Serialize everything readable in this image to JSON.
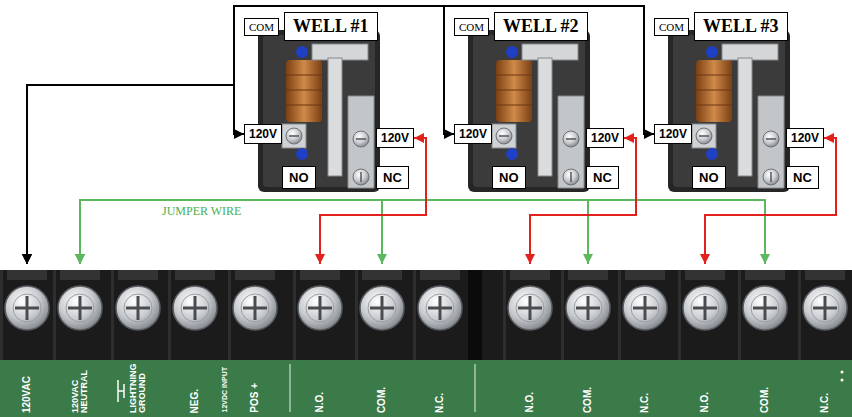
{
  "diagram": {
    "nodes": [
      {
        "text": [
          "WELL #1"
        ]
      },
      {
        "text": [
          "COM"
        ]
      },
      {
        "text": [
          "120V"
        ]
      },
      {
        "text": [
          "120V"
        ]
      },
      {
        "text": [
          "NO"
        ]
      },
      {
        "text": [
          "NC"
        ]
      },
      {
        "text": [
          "WELL #2"
        ]
      },
      {
        "text": [
          "COM"
        ]
      },
      {
        "text": [
          "120V"
        ]
      },
      {
        "text": [
          "120V"
        ]
      },
      {
        "text": [
          "NO"
        ]
      },
      {
        "text": [
          "NC"
        ]
      },
      {
        "text": [
          "WELL #3"
        ]
      },
      {
        "text": [
          "COM"
        ]
      },
      {
        "text": [
          "120V"
        ]
      },
      {
        "text": [
          "120V"
        ]
      },
      {
        "text": [
          "NO"
        ]
      },
      {
        "text": [
          "NC"
        ]
      },
      {
        "text": [
          "120VAC"
        ]
      },
      {
        "text": [
          "120VAC NEUTRAL"
        ]
      },
      {
        "text": [
          "LIGHTNING GROUND"
        ]
      },
      {
        "text": [
          "NEG."
        ]
      },
      {
        "text": [
          "POS +"
        ]
      },
      {
        "text": [
          "N.O."
        ]
      },
      {
        "text": [
          "COM."
        ]
      },
      {
        "text": [
          "N.C."
        ]
      },
      {
        "text": [
          "N.O."
        ]
      },
      {
        "text": [
          "COM."
        ]
      },
      {
        "text": [
          "N.C."
        ]
      },
      {
        "text": [
          "N.O."
        ]
      },
      {
        "text": [
          "COM."
        ]
      },
      {
        "text": [
          "N.C."
        ]
      }
    ],
    "edges": [
      {
        "from": 18,
        "to": 2,
        "arrow": "both"
      },
      {
        "from": 18,
        "to": 8,
        "arrow": "both"
      },
      {
        "from": 18,
        "to": 14,
        "arrow": "both"
      },
      {
        "from": 19,
        "to": 24,
        "arrow": "both",
        "label": "JUMPER WIRE"
      },
      {
        "from": 19,
        "to": 27,
        "arrow": "both"
      },
      {
        "from": 19,
        "to": 30,
        "arrow": "both"
      },
      {
        "from": 3,
        "to": 23,
        "arrow": "both"
      },
      {
        "from": 9,
        "to": 26,
        "arrow": "both"
      },
      {
        "from": 15,
        "to": 29,
        "arrow": "both"
      }
    ],
    "labels": [
      "12VDC INPUT"
    ]
  }
}
